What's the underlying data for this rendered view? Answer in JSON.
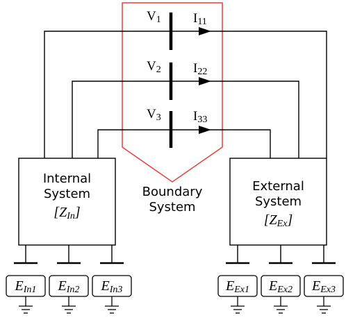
{
  "boundary": {
    "buses": [
      {
        "voltage": "V",
        "voltage_sub": "1",
        "current": "I",
        "current_sub": "11"
      },
      {
        "voltage": "V",
        "voltage_sub": "2",
        "current": "I",
        "current_sub": "22"
      },
      {
        "voltage": "V",
        "voltage_sub": "3",
        "current": "I",
        "current_sub": "33"
      }
    ],
    "label_line1": "Boundary",
    "label_line2": "System",
    "outline_color": "#e8403a"
  },
  "internal": {
    "line1": "Internal",
    "line2": "System",
    "z": "Z",
    "z_sub": "In",
    "sources": [
      {
        "name": "E",
        "sub": "In1"
      },
      {
        "name": "E",
        "sub": "In2"
      },
      {
        "name": "E",
        "sub": "In3"
      }
    ]
  },
  "external": {
    "line1": "External",
    "line2": "System",
    "z": "Z",
    "z_sub": "Ex",
    "sources": [
      {
        "name": "E",
        "sub": "Ex1"
      },
      {
        "name": "E",
        "sub": "Ex2"
      },
      {
        "name": "E",
        "sub": "Ex3"
      }
    ]
  }
}
